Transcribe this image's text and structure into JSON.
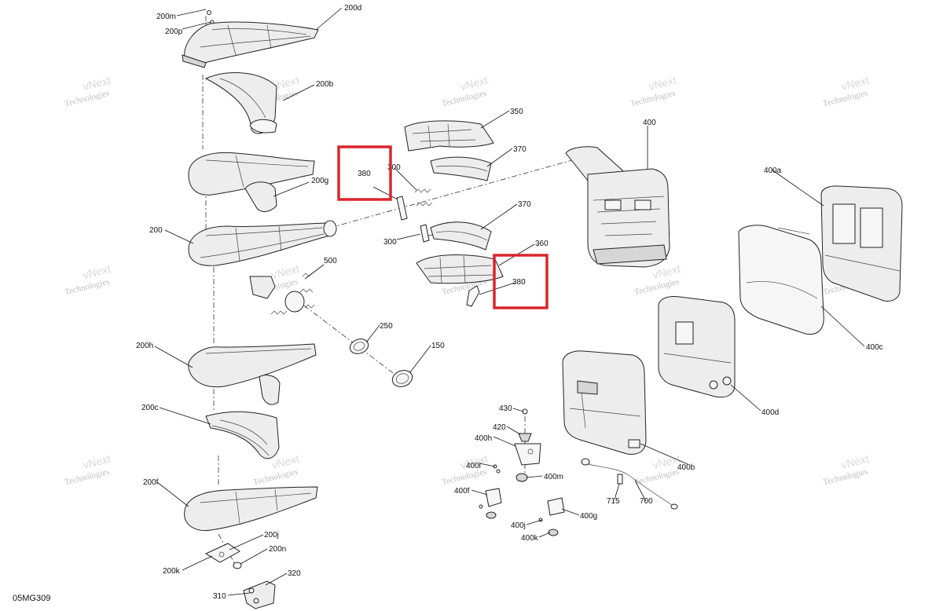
{
  "diagram_code": "05MG309",
  "highlight_color": "#d9262c",
  "watermark": {
    "line1": "vNext",
    "line2": "Technologies"
  },
  "highlights": [
    {
      "label": "380"
    },
    {
      "label": "380"
    }
  ],
  "callouts": {
    "c200m": "200m",
    "c200p": "200p",
    "c200d": "200d",
    "c200b": "200b",
    "c200g": "200g",
    "c200": "200",
    "c500": "500",
    "c250": "250",
    "c150": "150",
    "c200h": "200h",
    "c200c": "200c",
    "c200f": "200f",
    "c200j": "200j",
    "c200n": "200n",
    "c200k": "200k",
    "c320": "320",
    "c310": "310",
    "c350": "350",
    "c370a": "370",
    "c300a": "300",
    "c370b": "370",
    "c300b": "300",
    "c360": "360",
    "c400": "400",
    "c400a": "400a",
    "c400c": "400c",
    "c400d": "400d",
    "c400b": "400b",
    "c430": "430",
    "c420": "420",
    "c400h": "400h",
    "c400i": "400i",
    "c400m": "400m",
    "c400f": "400f",
    "c400g": "400g",
    "c400j": "400j",
    "c400k": "400k",
    "c715": "715",
    "c700": "700"
  }
}
